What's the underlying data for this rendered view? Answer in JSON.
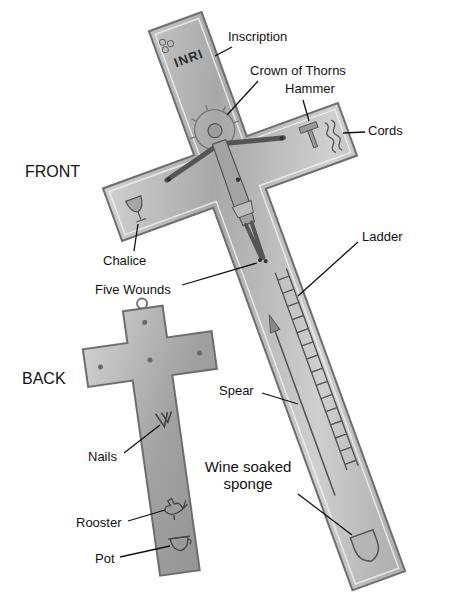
{
  "diagram": {
    "labels": [
      "Inscription",
      "INRI",
      "Crown of Thorns",
      "Hammer",
      "Cords",
      "FRONT",
      "Chalice",
      "Ladder",
      "Five Wounds",
      "BACK",
      "Spear",
      "Nails",
      "Wine soaked sponge",
      "Rooster",
      "Pot"
    ]
  }
}
